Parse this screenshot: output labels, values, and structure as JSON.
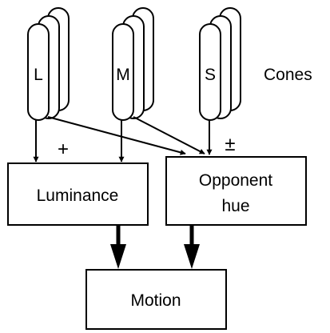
{
  "cones": {
    "L": "L",
    "M": "M",
    "S": "S",
    "label": "Cones"
  },
  "signs": {
    "plus": "+",
    "plus_minus": "±"
  },
  "boxes": {
    "luminance": "Luminance",
    "opponent_line1": "Opponent",
    "opponent_line2": "hue",
    "motion": "Motion"
  }
}
